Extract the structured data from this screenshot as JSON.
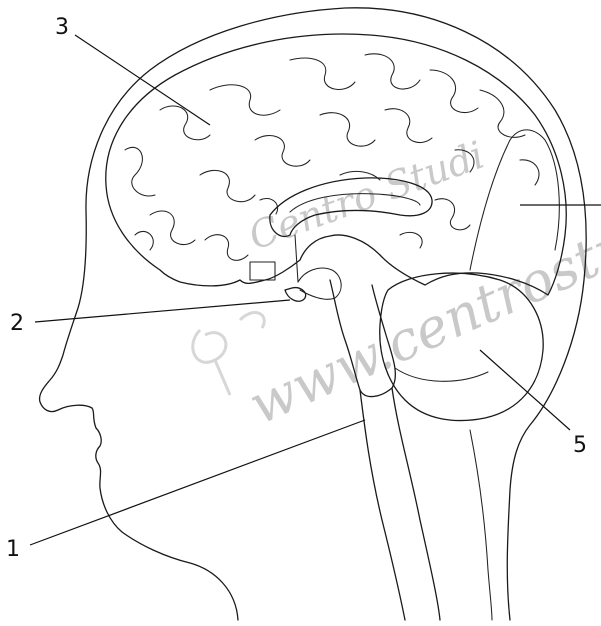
{
  "diagram": {
    "labels": {
      "label_1": "1",
      "label_2": "2",
      "label_3": "3",
      "label_5": "5"
    },
    "watermark": {
      "text": "www.centrostu",
      "script_text": "Centro Studi"
    },
    "colors": {
      "line": "#1a1a1a",
      "watermark": "#c9c9c9",
      "background": "#ffffff"
    }
  }
}
